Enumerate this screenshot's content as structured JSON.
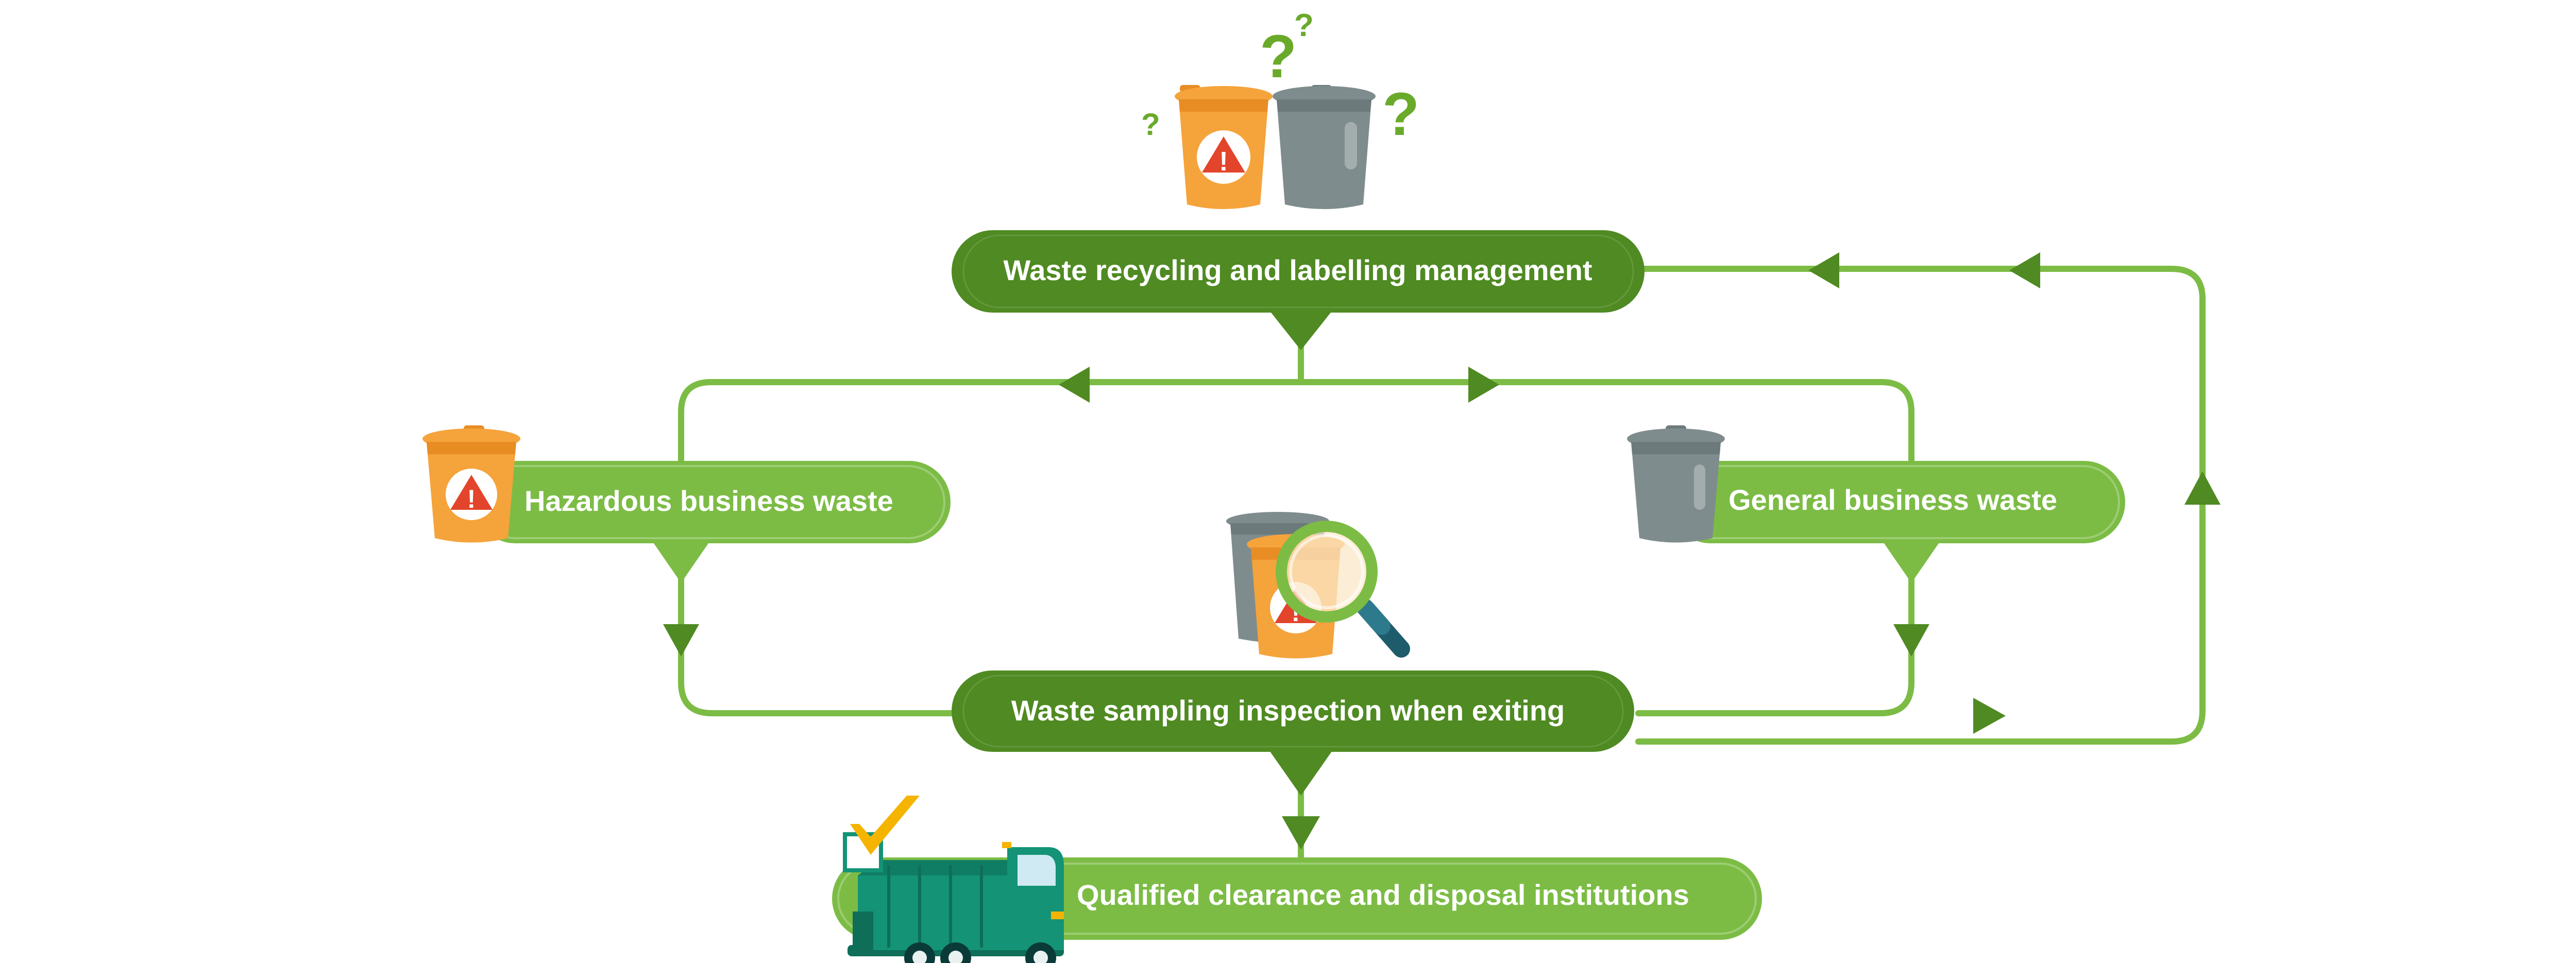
{
  "nodes": {
    "top": {
      "label": "Waste recycling and labelling management"
    },
    "hazardous": {
      "label": "Hazardous business waste"
    },
    "general": {
      "label": "General business waste"
    },
    "inspection": {
      "label": "Waste sampling inspection when exiting"
    },
    "disposal": {
      "label": "Qualified clearance and disposal institutions"
    }
  },
  "decorations": {
    "question_marks": [
      "?",
      "?",
      "?",
      "?"
    ],
    "warning_mark": "!"
  },
  "colors": {
    "dark_green": "#4f8a22",
    "light_green": "#7cbc45",
    "bin_orange": "#f5a33b",
    "bin_gray": "#7f8c8d",
    "warning_red": "#e2452b",
    "truck_green": "#149376",
    "check_yellow": "#f4b400"
  },
  "icons": [
    "question-mark-icon",
    "hazard-bin-icon",
    "general-bin-icon",
    "magnifier-icon",
    "garbage-truck-icon",
    "checkmark-icon"
  ]
}
